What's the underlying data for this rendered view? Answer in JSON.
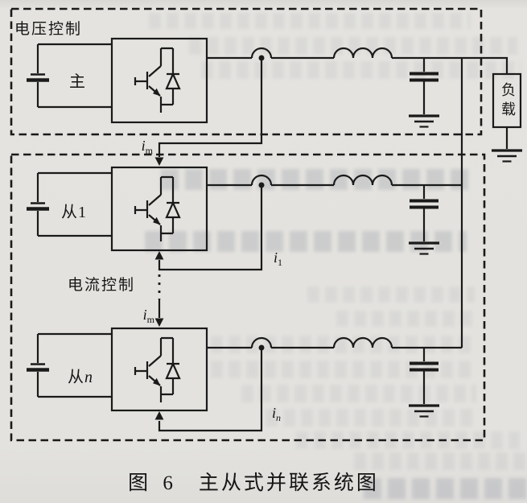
{
  "figure": {
    "caption": {
      "fig_no": "图 6",
      "title": "主从式并联系统图"
    },
    "control_boxes": {
      "voltage_control": "电压控制",
      "current_control": "电流控制"
    },
    "units": {
      "master": "主",
      "slave1": {
        "prefix": "从",
        "suffix": "1"
      },
      "slave_n": {
        "prefix": "从",
        "suffix": "n"
      },
      "load": "负载"
    },
    "current_labels": {
      "im_master_ref": {
        "base": "i",
        "sub": "m"
      },
      "im_slave_ref": {
        "base": "i",
        "sub": "m"
      },
      "i1": {
        "base": "i",
        "sub": "1"
      },
      "in": {
        "base": "i",
        "sub": "n"
      }
    },
    "symbols": {
      "igbt": "IGBT with antiparallel diode",
      "dc_source": "DC-link capacitor",
      "inductor": "filter inductor",
      "capacitor": "filter capacitor",
      "ground": "earth ground",
      "current_sensor": "current sensor tap"
    },
    "colors": {
      "ink": "#1a1a1a",
      "paper": "#e3e2de"
    }
  }
}
